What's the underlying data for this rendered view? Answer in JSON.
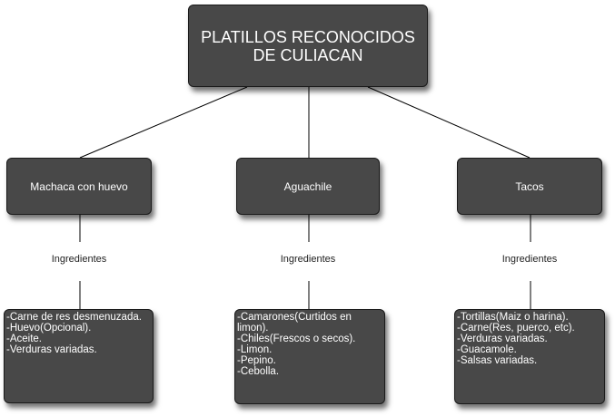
{
  "root": {
    "title_line1": "PLATILLOS RECONOCIDOS",
    "title_line2": "DE CULIACAN"
  },
  "dishes": [
    {
      "name": "Machaca con huevo",
      "label": "Ingredientes",
      "ingredients": [
        "-Carne de res desmenuzada.",
        "-Huevo(Opcional).",
        "-Aceite.",
        "-Verduras variadas."
      ]
    },
    {
      "name": "Aguachile",
      "label": "Ingredientes",
      "ingredients": [
        "-Camarones(Curtidos en limon).",
        "-Chiles(Frescos o secos).",
        "-Limon.",
        "-Pepino.",
        "-Cebolla."
      ]
    },
    {
      "name": "Tacos",
      "label": "Ingredientes",
      "ingredients": [
        "-Tortillas(Maiz o harina).",
        "-Carne(Res, puerco, etc).",
        "-Verduras variadas.",
        "-Guacamole.",
        "-Salsas variadas."
      ]
    }
  ],
  "colors": {
    "node_fill": "#484848",
    "node_text": "#ffffff",
    "line": "#000000"
  }
}
